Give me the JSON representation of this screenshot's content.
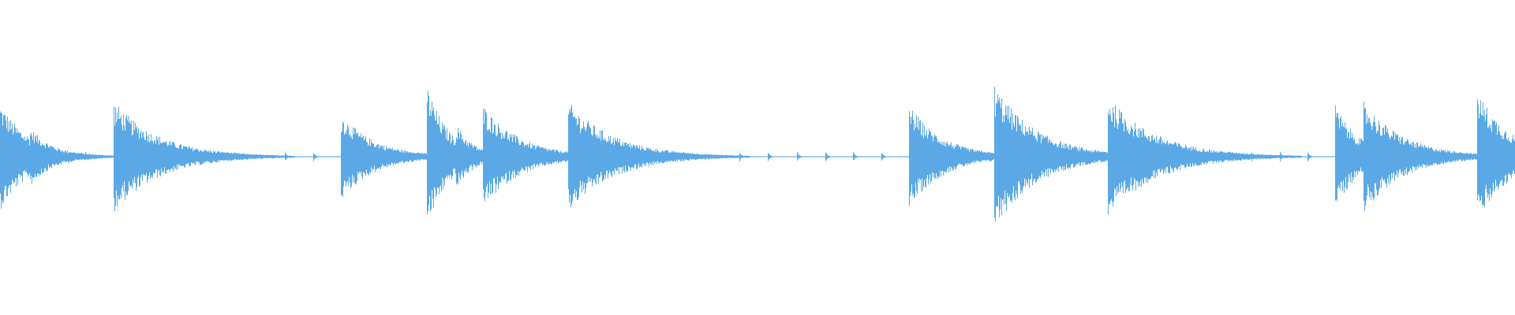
{
  "waveform": {
    "color": "#5aa9e6",
    "background": "#ffffff",
    "hits": [
      {
        "t": 0.0,
        "amp": 0.74,
        "decay": 0.02
      },
      {
        "t": 0.02,
        "amp": 0.4,
        "decay": 0.016
      },
      {
        "t": 0.075,
        "amp": 0.77,
        "decay": 0.03
      },
      {
        "t": 0.225,
        "amp": 0.6,
        "decay": 0.022
      },
      {
        "t": 0.282,
        "amp": 1.0,
        "decay": 0.014
      },
      {
        "t": 0.301,
        "amp": 0.45,
        "decay": 0.012
      },
      {
        "t": 0.319,
        "amp": 0.72,
        "decay": 0.024
      },
      {
        "t": 0.375,
        "amp": 0.77,
        "decay": 0.03
      },
      {
        "t": 0.6,
        "amp": 0.72,
        "decay": 0.022
      },
      {
        "t": 0.656,
        "amp": 1.0,
        "decay": 0.028
      },
      {
        "t": 0.731,
        "amp": 0.83,
        "decay": 0.032
      },
      {
        "t": 0.881,
        "amp": 0.72,
        "decay": 0.016
      },
      {
        "t": 0.9,
        "amp": 0.77,
        "decay": 0.026
      },
      {
        "t": 0.975,
        "amp": 0.92,
        "decay": 0.022
      }
    ],
    "ticks": [
      {
        "t": 0.036
      },
      {
        "t": 0.056
      },
      {
        "t": 0.113
      },
      {
        "t": 0.131
      },
      {
        "t": 0.15
      },
      {
        "t": 0.188
      },
      {
        "t": 0.207
      },
      {
        "t": 0.263
      },
      {
        "t": 0.338
      },
      {
        "t": 0.356
      },
      {
        "t": 0.413
      },
      {
        "t": 0.432
      },
      {
        "t": 0.451
      },
      {
        "t": 0.488
      },
      {
        "t": 0.507
      },
      {
        "t": 0.526
      },
      {
        "t": 0.545
      },
      {
        "t": 0.563
      },
      {
        "t": 0.582
      },
      {
        "t": 0.62
      },
      {
        "t": 0.638
      },
      {
        "t": 0.695
      },
      {
        "t": 0.713
      },
      {
        "t": 0.77
      },
      {
        "t": 0.789
      },
      {
        "t": 0.807
      },
      {
        "t": 0.826
      },
      {
        "t": 0.845
      },
      {
        "t": 0.863
      },
      {
        "t": 0.92
      },
      {
        "t": 0.938
      },
      {
        "t": 0.956
      }
    ]
  }
}
